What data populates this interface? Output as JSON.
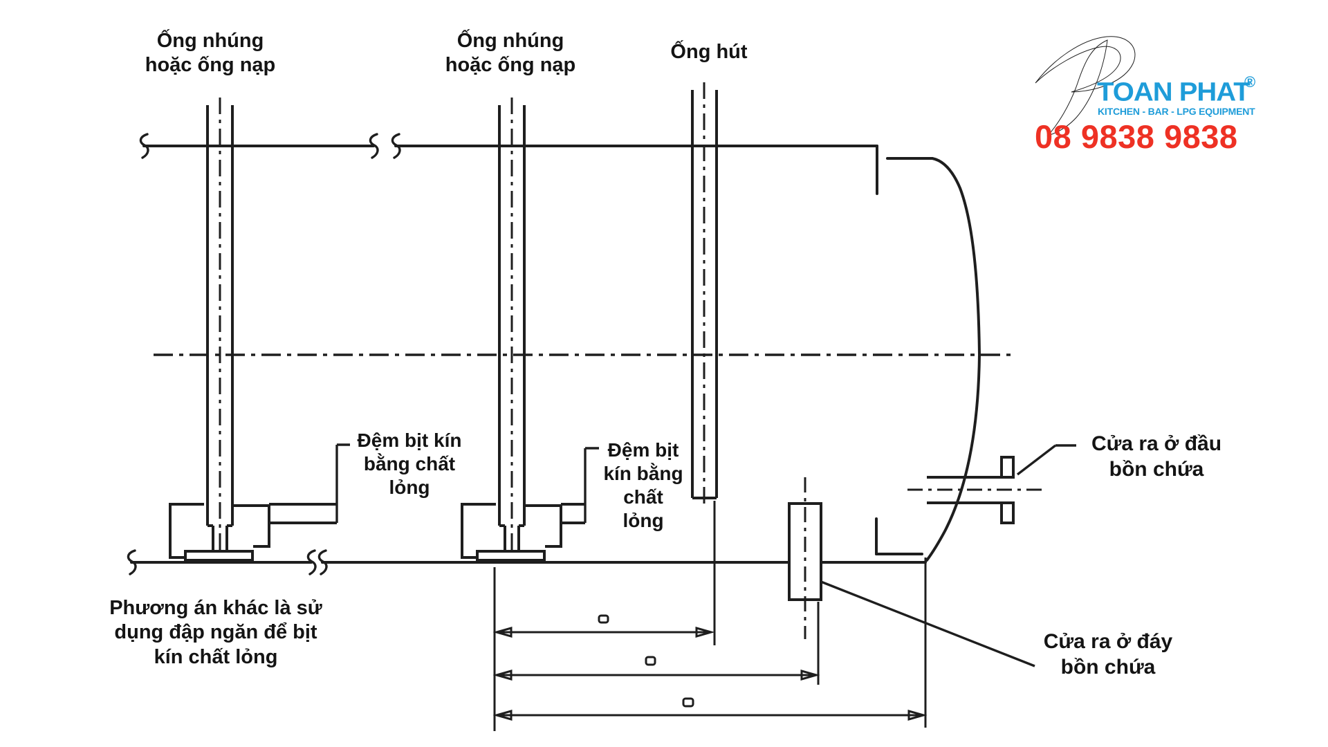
{
  "page": {
    "background": "#ffffff",
    "line_color": "#1e1e1e"
  },
  "diagram": {
    "labels": {
      "pipe1": "Ống nhúng\nhoặc ống nạp",
      "pipe2": "Ống nhúng\nhoặc ống nạp",
      "pipe3": "Ống hút",
      "seal1": "Đệm bịt kín\nbằng chất\nlỏng",
      "seal2": "Đệm bịt\nkín bằng\nchất\nlỏng",
      "alternative": "Phương án khác là sử\ndụng đập ngăn để bịt\nkín chất lỏng",
      "head_outlet": "Cửa ra ở  đầu\nbồn chứa",
      "bottom_outlet": "Cửa ra ở  đáy\nbồn chứa"
    }
  },
  "logo": {
    "brand": "TOAN PHAT",
    "registered": "®",
    "tagline": "KITCHEN - BAR - LPG EQUIPMENT",
    "phone": "08 9838 9838",
    "brand_color": "#1e9cd9",
    "accent_color": "#e8332a",
    "p_icon": "p-swoosh-icon"
  }
}
